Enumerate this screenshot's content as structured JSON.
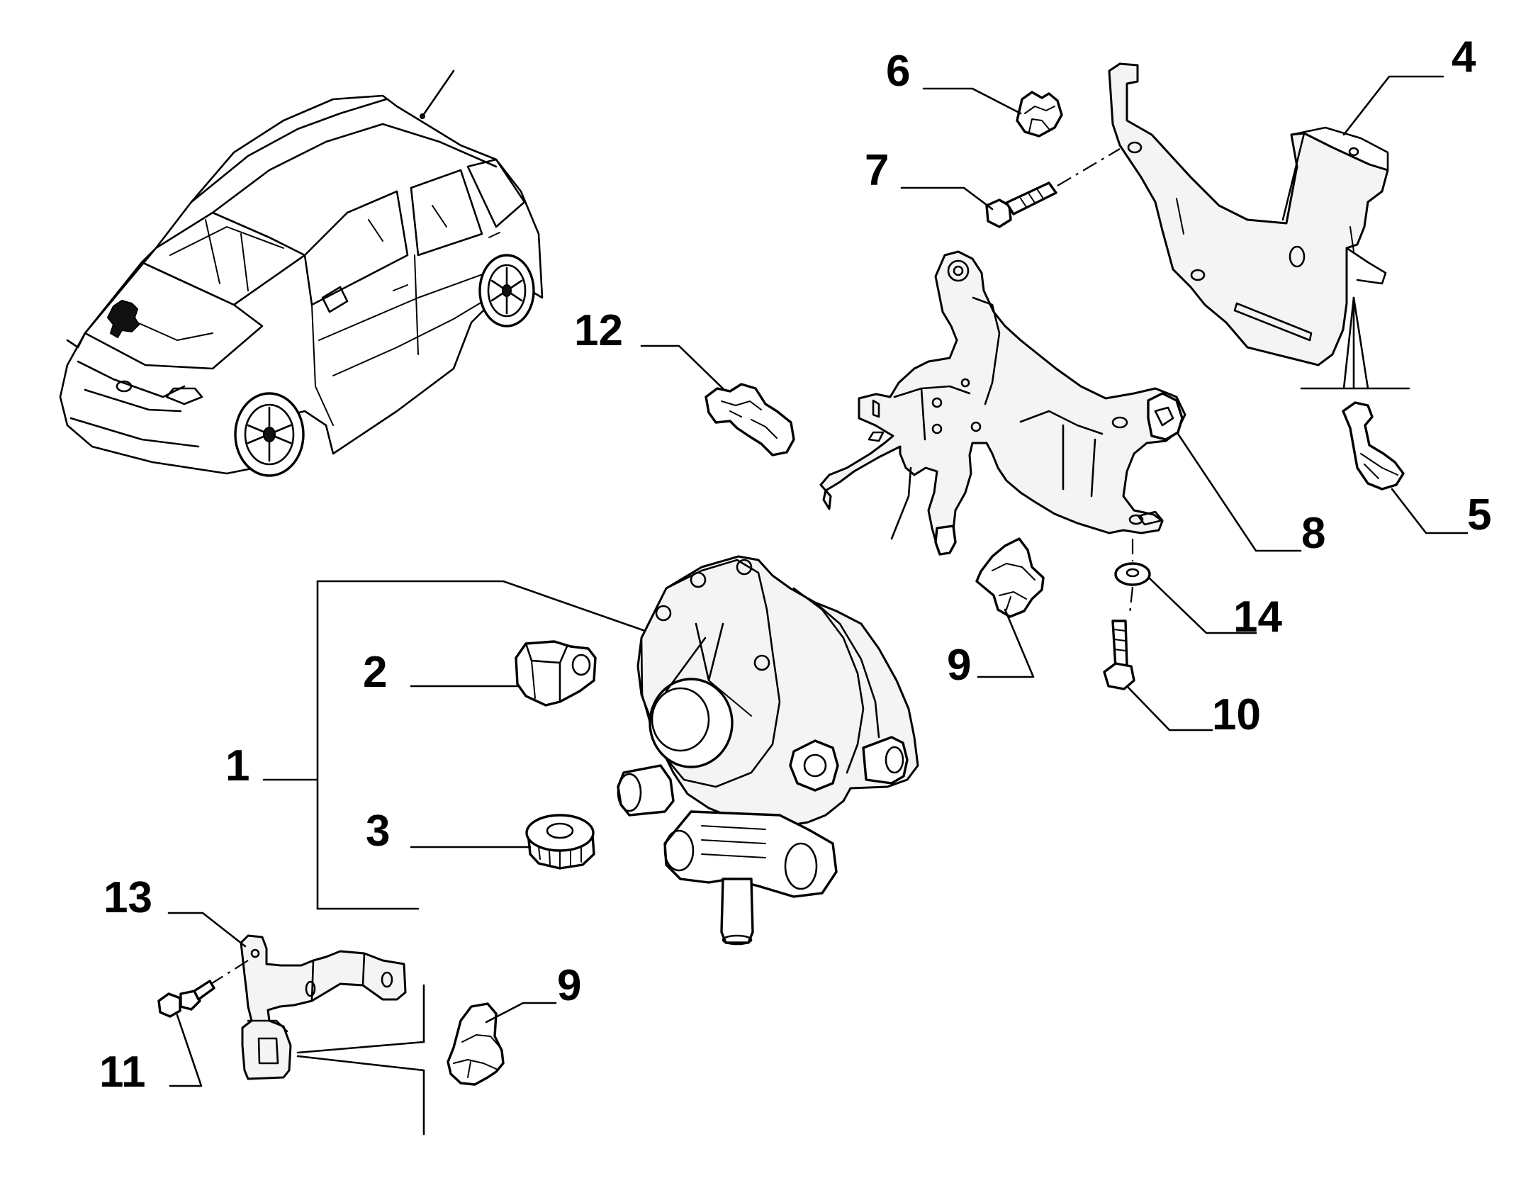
{
  "callouts": {
    "c1": "1",
    "c2": "2",
    "c3": "3",
    "c4": "4",
    "c5": "5",
    "c6": "6",
    "c7": "7",
    "c8": "8",
    "c9a": "9",
    "c9b": "9",
    "c10": "10",
    "c11": "11",
    "c12": "12",
    "c13": "13",
    "c14": "14"
  }
}
